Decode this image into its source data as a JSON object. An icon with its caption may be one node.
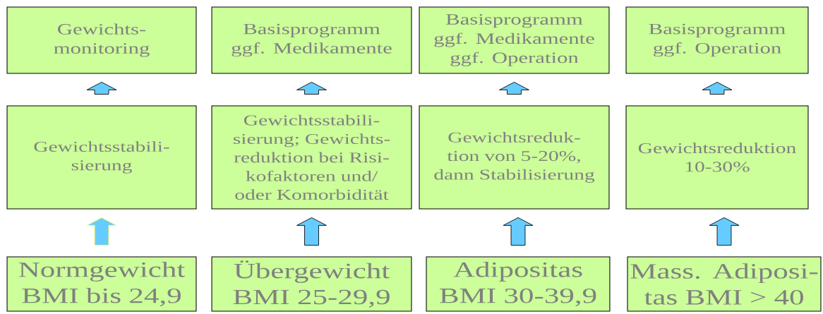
{
  "diagram": {
    "nodes": [
      {
        "text": [
          "Gewichts- monitoring"
        ]
      },
      {
        "text": [
          "Basisprogramm ggf. Medikamente"
        ]
      },
      {
        "text": [
          "Basisprogramm ggf. Medikamente ggf. Operation"
        ]
      },
      {
        "text": [
          "Basisprogramm ggf. Operation"
        ]
      },
      {
        "text": [
          "Gewichtsstabili- sierung"
        ]
      },
      {
        "text": [
          "Gewichtsstabili- sierung; Gewichts- reduktion bei Risi- kofaktoren und/ oder Komorbidität"
        ]
      },
      {
        "text": [
          "Gewichtsreduk- tion von 5-20%, dann Stabilisierung"
        ]
      },
      {
        "text": [
          "Gewichtsreduktion 10-30%"
        ]
      },
      {
        "text": [
          "Normgewicht BMI bis 24,9"
        ]
      },
      {
        "text": [
          "Übergewicht BMI 25-29,9"
        ]
      },
      {
        "text": [
          "Adipositas BMI 30-39,9"
        ]
      },
      {
        "text": [
          "Mass. Adiposi- tas BMI > 40"
        ]
      }
    ],
    "edges": [
      {
        "from": 8,
        "to": 4,
        "arrow": "to",
        "color": "#ffff66"
      },
      {
        "from": 9,
        "to": 5,
        "arrow": "to"
      },
      {
        "from": 10,
        "to": 6,
        "arrow": "to"
      },
      {
        "from": 11,
        "to": 7,
        "arrow": "to"
      },
      {
        "from": 4,
        "to": 0,
        "arrow": "to"
      },
      {
        "from": 5,
        "to": 1,
        "arrow": "to"
      },
      {
        "from": 6,
        "to": 2,
        "arrow": "to"
      },
      {
        "from": 7,
        "to": 3,
        "arrow": "to"
      }
    ]
  }
}
